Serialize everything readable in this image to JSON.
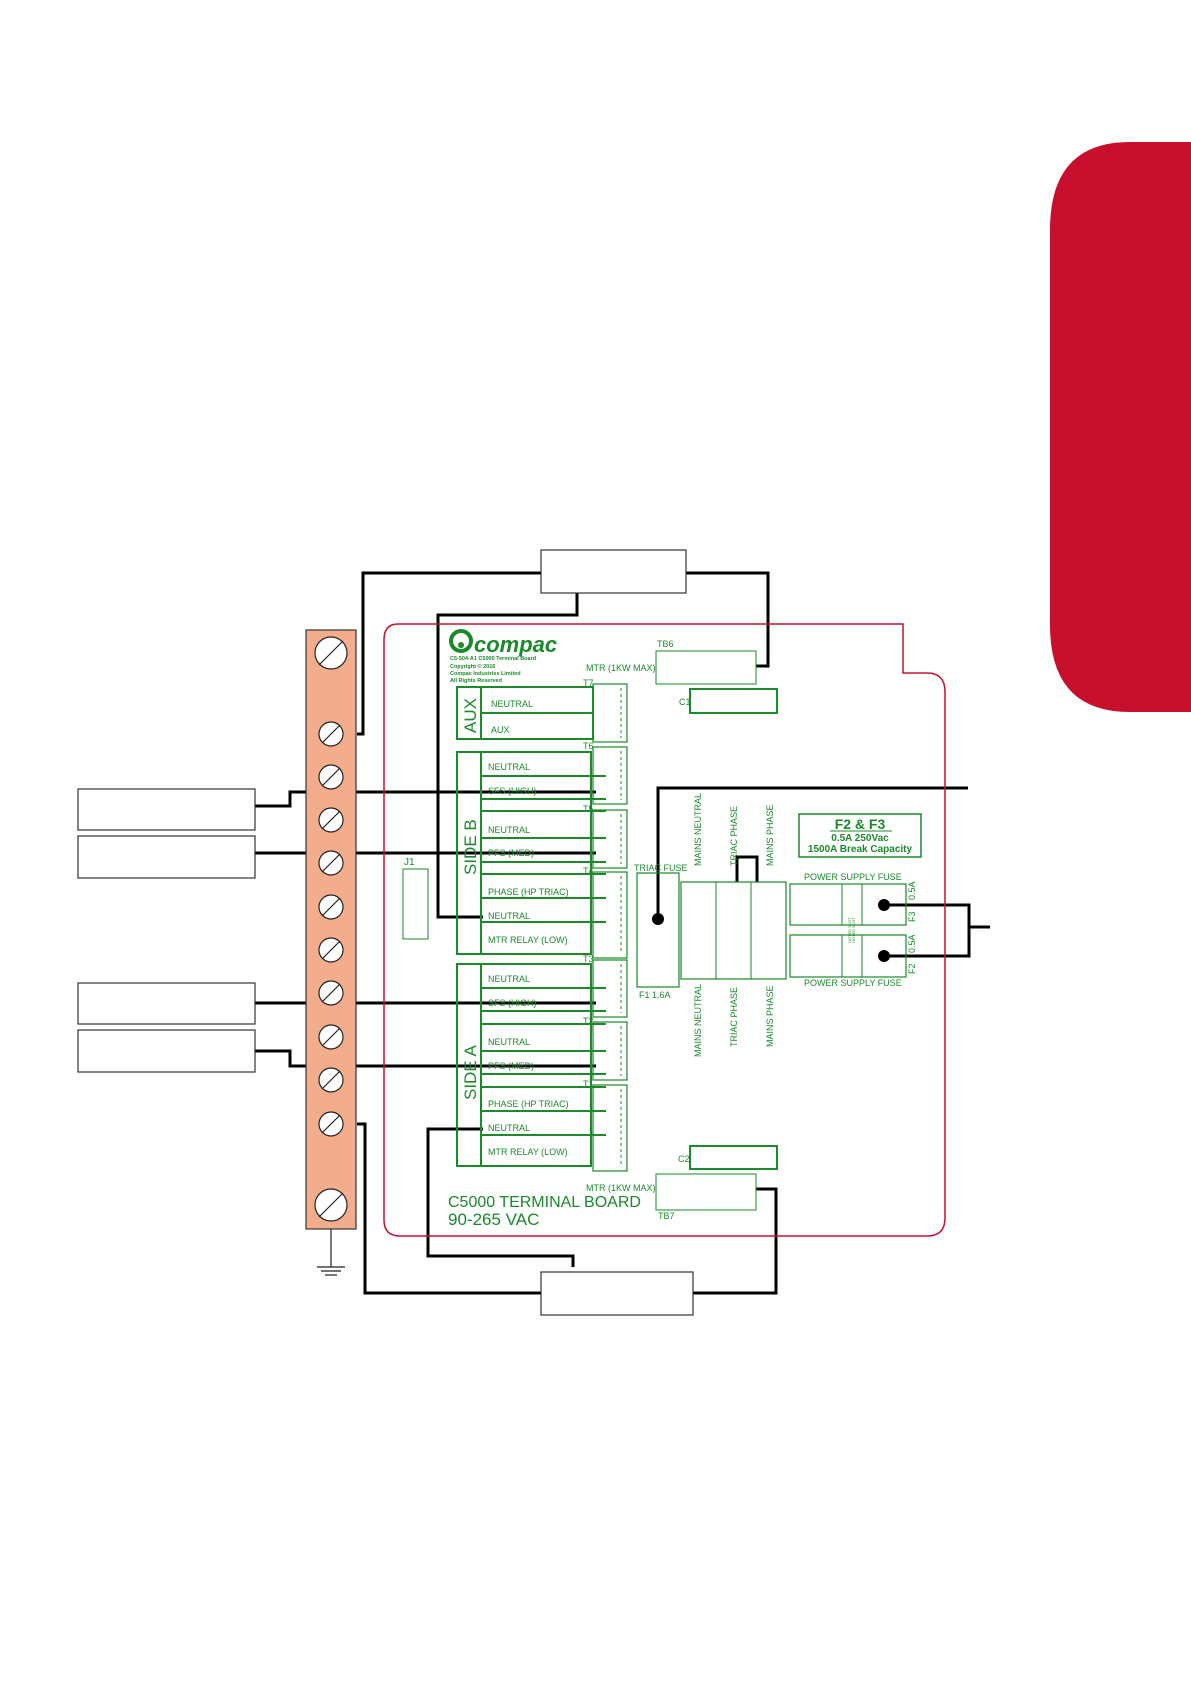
{
  "brand": {
    "logo_text": "compac",
    "copyright_lines": [
      "C5-504-A1 C5000 Terminal Board",
      "Copyright © 2016",
      "Compac Industries Limited",
      "All Rights Reserved"
    ],
    "tab_color": "#c8102e",
    "board_outline_color": "#c8102e",
    "silkscreen_color": "#1a8a2a",
    "terminal_strip_color": "#f4ad8c"
  },
  "board": {
    "title": "C5000 TERMINAL BOARD",
    "voltage": "90-265   VAC"
  },
  "groups": {
    "aux": "AUX",
    "side_b": "SIDE B",
    "side_a": "SIDE A"
  },
  "connectors": {
    "t7": "T7",
    "t6": "T6",
    "t5": "T5",
    "t4": "T4",
    "t3": "T3",
    "t2": "T2",
    "t1": "T1",
    "aux": [
      "NEUTRAL",
      "AUX"
    ],
    "t6_pins": [
      "NEUTRAL",
      "SFS (HIGH)"
    ],
    "t5_pins": [
      "NEUTRAL",
      "PFS (MED)"
    ],
    "t4_pins": [
      "PHASE (HP TRIAC)",
      "NEUTRAL",
      "MTR RELAY (LOW)"
    ],
    "t3_pins": [
      "NEUTRAL",
      "SFS (HIGH)"
    ],
    "t2_pins": [
      "NEUTRAL",
      "PFS (MED)"
    ],
    "t1_pins": [
      "PHASE (HP TRIAC)",
      "NEUTRAL",
      "MTR RELAY (LOW)"
    ]
  },
  "labels": {
    "tb6": "TB6",
    "tb7": "TB7",
    "mtr_top": "MTR (1KW MAX)",
    "mtr_bottom": "MTR (1KW MAX)",
    "c1": "C1",
    "c2": "C2",
    "j1": "J1",
    "triac_fuse": "TRIAC FUSE",
    "f1": "F1   1.6A",
    "mains_neutral_top": "MAINS NEUTRAL",
    "triac_phase_top": "TRIAC PHASE",
    "mains_phase_top": "MAINS PHASE",
    "mains_neutral_bottom": "MAINS NEUTRAL",
    "triac_phase_bottom": "TRIAC PHASE",
    "mains_phase_bottom": "MAINS PHASE",
    "power_supply_fuse_top": "POWER SUPPLY FUSE",
    "power_supply_fuse_bottom": "POWER SUPPLY FUSE",
    "f3": "F3",
    "f2": "F2",
    "f3_rating": "0.5A",
    "f2_rating": "0.5A",
    "slot_text_1": "NOTED SLOT",
    "slot_text_2": "NOTED SLOT"
  },
  "fuse_box": {
    "title": "F2 & F3",
    "rating": "0.5A   250Vac",
    "capacity": "1500A Break Capacity"
  }
}
